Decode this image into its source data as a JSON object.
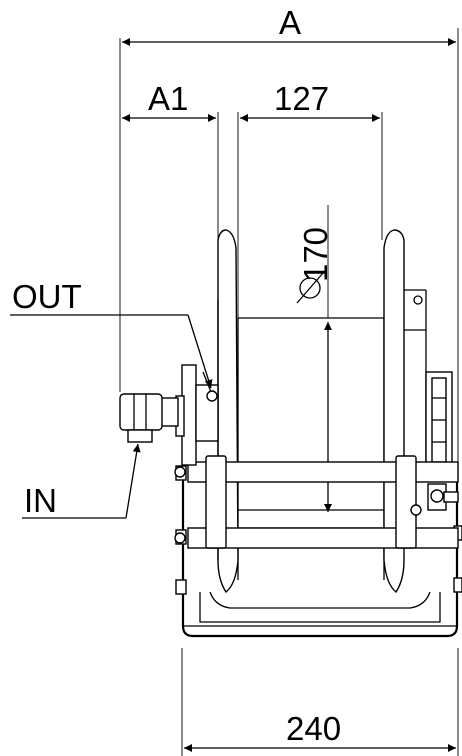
{
  "dimensions": {
    "overall_width": "A",
    "offset": "A1",
    "drum_width": "127",
    "drum_diameter": "170",
    "diameter_symbol": "∅",
    "base_width": "240"
  },
  "ports": {
    "outlet": "OUT",
    "inlet": "IN"
  },
  "colors": {
    "line": "#000000",
    "background": "#ffffff"
  }
}
